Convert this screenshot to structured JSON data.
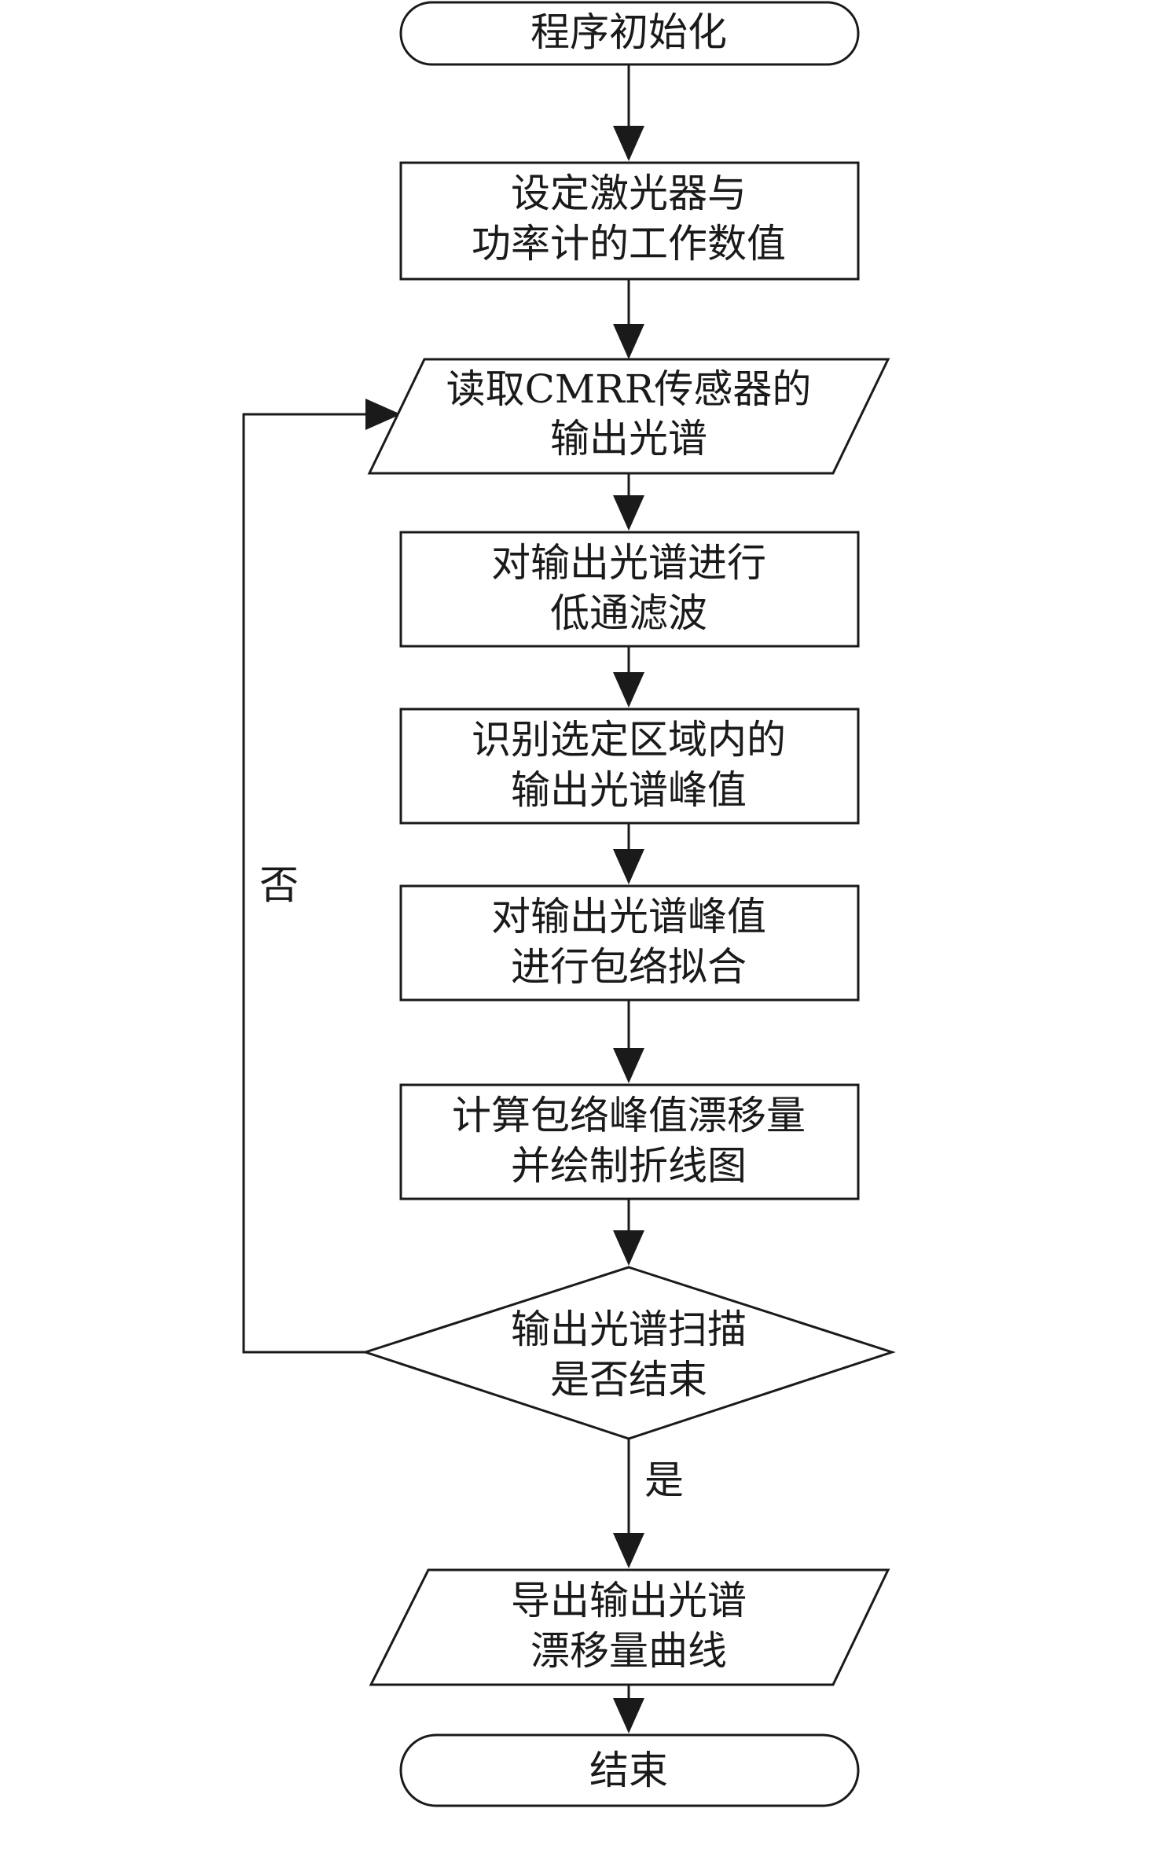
{
  "nodes": {
    "start": {
      "lines": [
        "程序初始化"
      ]
    },
    "set_values": {
      "lines": [
        "设定激光器与",
        "功率计的工作数值"
      ]
    },
    "read_spectrum": {
      "lines": [
        "读取CMRR传感器的",
        "输出光谱"
      ]
    },
    "low_pass": {
      "lines": [
        "对输出光谱进行",
        "低通滤波"
      ]
    },
    "identify_peak": {
      "lines": [
        "识别选定区域内的",
        "输出光谱峰值"
      ]
    },
    "envelope_fit": {
      "lines": [
        "对输出光谱峰值",
        "进行包络拟合"
      ]
    },
    "calc_drift": {
      "lines": [
        "计算包络峰值漂移量",
        "并绘制折线图"
      ]
    },
    "decision": {
      "lines": [
        "输出光谱扫描",
        "是否结束"
      ]
    },
    "export": {
      "lines": [
        "导出输出光谱",
        "漂移量曲线"
      ]
    },
    "end": {
      "lines": [
        "结束"
      ]
    }
  },
  "edge_labels": {
    "no": "否",
    "yes": "是"
  }
}
